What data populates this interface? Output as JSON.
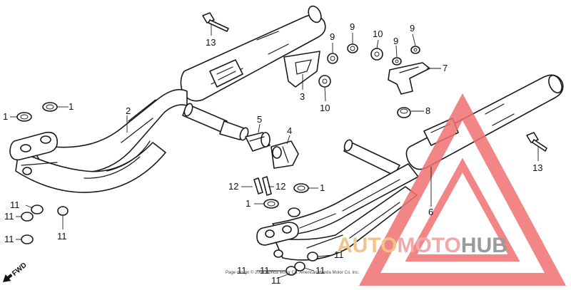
{
  "diagram": {
    "callouts": {
      "c1a": "1",
      "c1b": "1",
      "c1c": "1",
      "c1d": "1",
      "c2": "2",
      "c3": "3",
      "c4": "4",
      "c5": "5",
      "c6": "6",
      "c7": "7",
      "c8": "8",
      "c9a": "9",
      "c9b": "9",
      "c9c": "9",
      "c9d": "9",
      "c10a": "10",
      "c10b": "10",
      "c11a": "11",
      "c11b": "11",
      "c11c": "11",
      "c11d": "11",
      "c11e": "11",
      "c11f": "11",
      "c11g": "11",
      "c11h": "11",
      "c11i": "11",
      "c12a": "12",
      "c12b": "12",
      "c13a": "13",
      "c13b": "13"
    },
    "direction": "FWD",
    "copyright": "Page design © 2003 Honda Motor Co. American Honda Motor Co. Inc.",
    "watermark": {
      "auto": "AUTO",
      "moto": "MOTO",
      "hub": "HUB",
      "colors": {
        "auto": "#f2c38a",
        "moto": "#f0a8a8",
        "hub": "#9a9a9a",
        "triangle": "#f07070"
      }
    }
  }
}
